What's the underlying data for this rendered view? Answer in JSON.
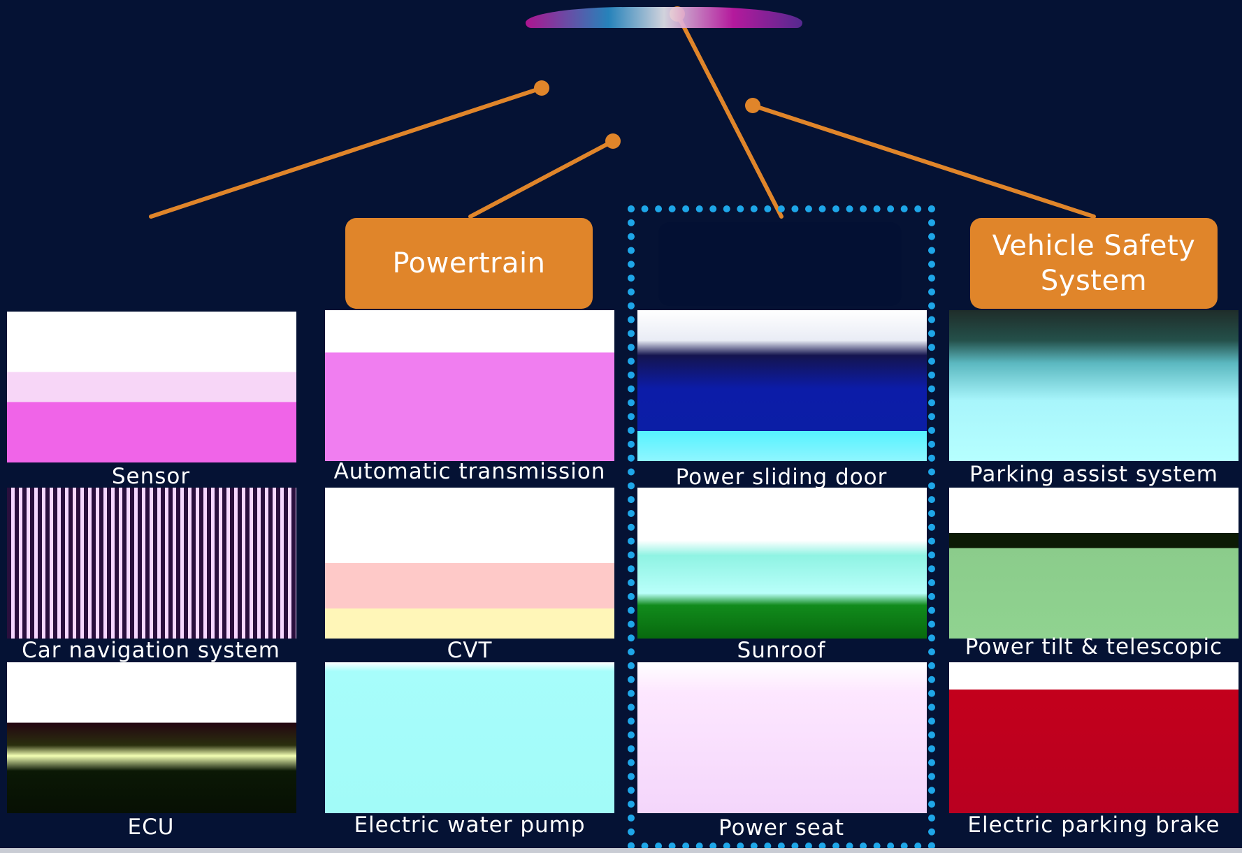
{
  "categories": {
    "powertrain": "Powertrain",
    "body": "",
    "safety": "Vehicle Safety System"
  },
  "tiles": [
    {
      "caption": "Sensor"
    },
    {
      "caption": "Automatic transmission"
    },
    {
      "caption": "Power sliding door"
    },
    {
      "caption": "Parking assist system"
    },
    {
      "caption": "Car navigation system"
    },
    {
      "caption": "CVT"
    },
    {
      "caption": "Sunroof"
    },
    {
      "caption": "Power tilt & telescopic"
    },
    {
      "caption": "ECU"
    },
    {
      "caption": "Electric water pump"
    },
    {
      "caption": "Power seat"
    },
    {
      "caption": "Electric parking brake"
    }
  ],
  "colors": {
    "background": "#051234",
    "connector": "#e0852a",
    "category_box": "#e0852a",
    "highlight_frame": "#1ea6e8"
  }
}
